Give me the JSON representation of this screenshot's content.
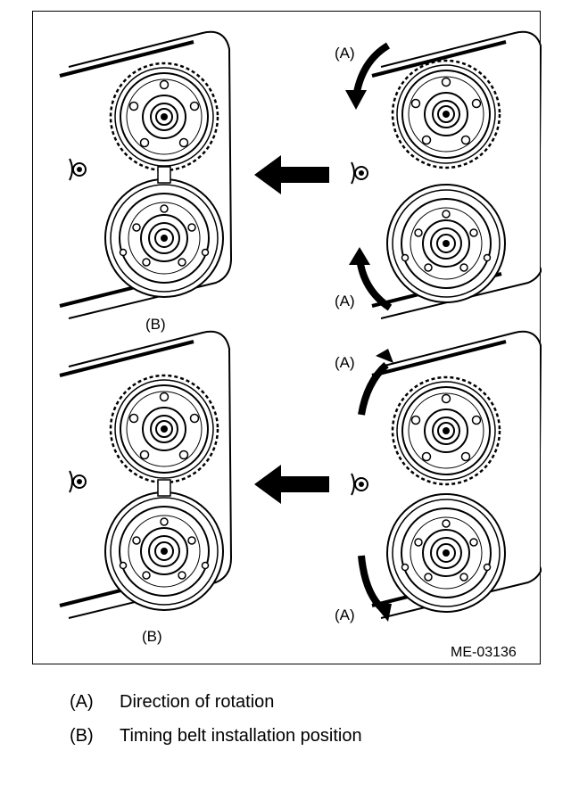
{
  "figure": {
    "code": "ME-03136",
    "panels": [
      {
        "id": "top",
        "before_callout_top": "(A)",
        "before_callout_bottom": "(A)",
        "after_callout": "(B)"
      },
      {
        "id": "bottom",
        "before_callout_top": "(A)",
        "before_callout_bottom": "(A)",
        "after_callout": "(B)"
      }
    ]
  },
  "legend": [
    {
      "key": "(A)",
      "text": "Direction of rotation"
    },
    {
      "key": "(B)",
      "text": "Timing belt installation position"
    }
  ]
}
